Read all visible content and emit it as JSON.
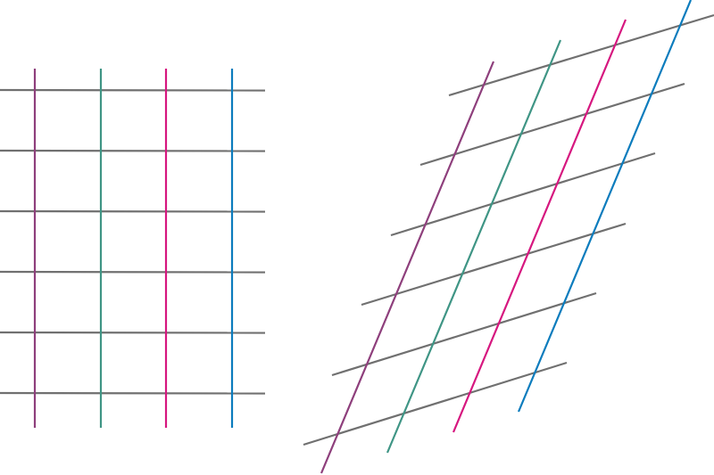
{
  "colors": {
    "background": "#ffffff",
    "horizontal_lines": "#707070",
    "line_1": "#8e3f7c",
    "line_2": "#3f9585",
    "line_3": "#d6177f",
    "line_4": "#0c7cbd"
  },
  "figures": [
    {
      "name": "rectangular-grid",
      "horizontal_line_count": 6,
      "vertical_line_count": 4,
      "vertical_line_colors": [
        "line_1",
        "line_2",
        "line_3",
        "line_4"
      ]
    },
    {
      "name": "sheared-grid",
      "horizontal_line_count": 6,
      "slanted_line_count": 4,
      "slanted_line_colors": [
        "line_1",
        "line_2",
        "line_3",
        "line_4"
      ]
    }
  ]
}
